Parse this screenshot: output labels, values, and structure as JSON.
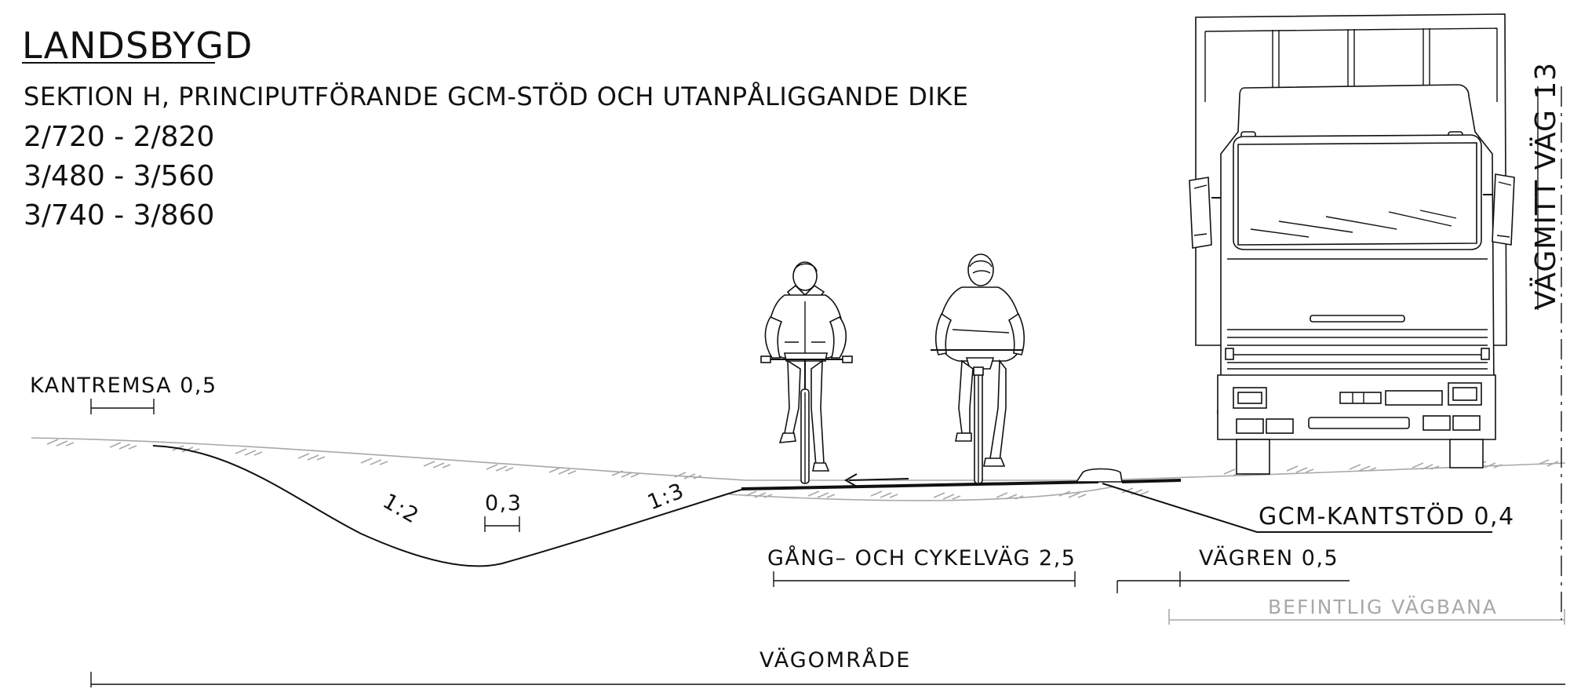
{
  "title": "LANDSBYGD",
  "subtitle": "SEKTION H, PRINCIPUTFÖRANDE GCM-STÖD OCH UTANPÅLIGGANDE DIKE",
  "chainages": [
    "2/720 - 2/820",
    "3/480 - 3/560",
    "3/740 - 3/860"
  ],
  "labels": {
    "kantremsa": "KANTREMSA 0,5",
    "slope_left": "1:2",
    "ditch_bottom": "0,3",
    "slope_right": "1:3",
    "gc_path": "GÅNG– OCH CYKELVÄG 2,5",
    "vagren": "VÄGREN 0,5",
    "kantstod": "GCM-KANTSTÖD 0,4",
    "befintlig": "BEFINTLIG VÄGBANA",
    "vagomrade": "VÄGOMRÅDE",
    "vagmitt": "VÄGMITT VÄG 13"
  },
  "colors": {
    "line": "#111111",
    "existing_road": "#a8a8a8",
    "background": "#ffffff"
  },
  "icons": {
    "cyclist_front": "cyclist-front-icon",
    "cyclist_back": "cyclist-back-icon",
    "truck": "truck-icon",
    "direction_arrow": "arrow-left-icon"
  }
}
